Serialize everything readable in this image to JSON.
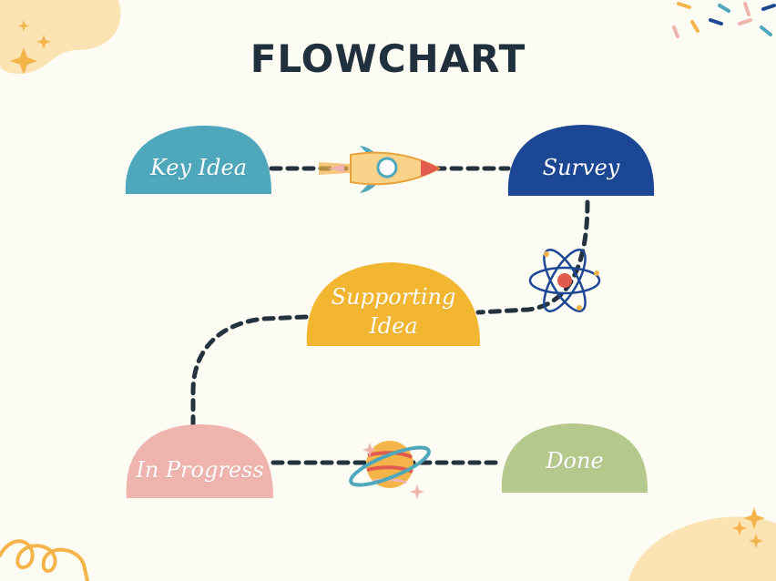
{
  "title": "FLOWCHART",
  "nodes": {
    "key_idea": {
      "label": "Key Idea",
      "color": "#4ea7bb"
    },
    "survey": {
      "label": "Survey",
      "color": "#1c4794"
    },
    "supporting_idea": {
      "label": "Supporting\nIdea",
      "color": "#f3b630"
    },
    "in_progress": {
      "label": "In Progress",
      "color": "#efb4ad"
    },
    "done": {
      "label": "Done",
      "color": "#b5c98d"
    }
  },
  "connector_color": "#25333e",
  "icons": [
    "rocket-icon",
    "atom-icon",
    "planet-icon",
    "sparkle-icon",
    "confetti-icon"
  ]
}
